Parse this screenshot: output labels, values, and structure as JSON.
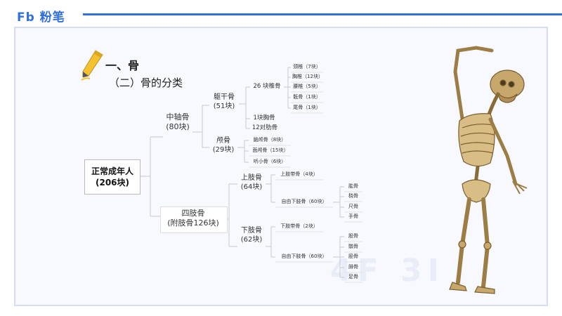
{
  "header": {
    "brand": "Fb 粉笔"
  },
  "slide": {
    "heading": "一、骨",
    "subheading": "（二）骨的分类",
    "root": {
      "line1": "正常成年人",
      "line2": "(206块)"
    },
    "axial": {
      "label": "中轴骨",
      "count": "(80块)"
    },
    "trunk": {
      "label": "躯干骨",
      "count": "(51块)"
    },
    "vertebrae": {
      "label": "26 块椎骨"
    },
    "vertebrae_items": [
      "颈椎（7块）",
      "胸椎（12块）",
      "腰椎（5块）",
      "骶骨（1块）",
      "尾骨（1块）"
    ],
    "sternum": "1块胸骨",
    "ribs": "12对肋骨",
    "skull": {
      "label": "颅骨",
      "count": "(29块)"
    },
    "skull_items": [
      "脑颅骨（8块）",
      "面颅骨（15块）",
      "听小骨（6块）"
    ],
    "limbs": {
      "label": "四肢骨",
      "count": "(附肢骨126块)"
    },
    "upper": {
      "label": "上肢骨",
      "count": "(64块)"
    },
    "upper_girdle": "上肢带骨（4块）",
    "upper_free": "自由下肢骨（60块）",
    "upper_free_items": [
      "肱骨",
      "桡骨",
      "尺骨",
      "手骨"
    ],
    "lower": {
      "label": "下肢骨",
      "count": "(62块)"
    },
    "lower_girdle": "下肢带骨（2块）",
    "lower_free": "自由下肢骨（60块）",
    "lower_free_items": [
      "股骨",
      "髌骨",
      "胫骨",
      "腓骨",
      "足骨"
    ],
    "watermark": "4F 3I"
  },
  "colors": {
    "brand": "#2f6fe0",
    "slide_bg": "#f7f9fe",
    "line": "#c9c9c9"
  },
  "icons": [
    "pen-icon",
    "skeleton-illustration"
  ]
}
